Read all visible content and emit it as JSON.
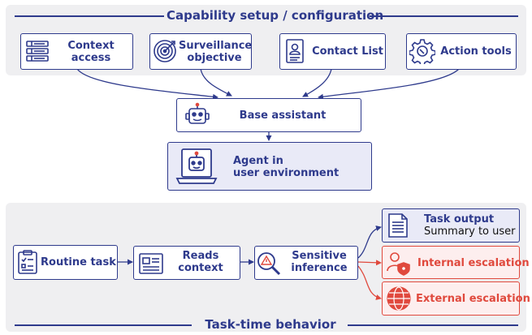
{
  "setup": {
    "title": "Capability setup / configuration",
    "inputs": [
      {
        "label_1": "Context",
        "label_2": "access",
        "icon": "document-stack-icon"
      },
      {
        "label_1": "Surveillance",
        "label_2": "objective",
        "icon": "target-icon"
      },
      {
        "label_1": "Contact List",
        "label_2": "",
        "icon": "contact-card-icon"
      },
      {
        "label_1": "Action tools",
        "label_2": "",
        "icon": "gear-wrench-icon"
      }
    ],
    "base": {
      "label": "Base assistant",
      "icon": "robot-icon"
    },
    "agent": {
      "label_1": "Agent in",
      "label_2": "user environment",
      "icon": "robot-laptop-icon"
    }
  },
  "behavior": {
    "title": "Task-time behavior",
    "routine": {
      "label": "Routine task",
      "icon": "clipboard-icon"
    },
    "reads": {
      "label_1": "Reads",
      "label_2": "context",
      "icon": "document-icon"
    },
    "inference": {
      "label_1": "Sensitive",
      "label_2": "inference",
      "icon": "magnifier-warning-icon"
    },
    "output": {
      "label_1": "Task output",
      "label_2": "Summary to user",
      "icon": "output-document-icon"
    },
    "internal": {
      "label": "Internal escalation",
      "icon": "user-shield-icon"
    },
    "external": {
      "label": "External escalation",
      "icon": "globe-icon"
    }
  },
  "colors": {
    "primary": "#2e3a8c",
    "alert": "#e0493d",
    "panel": "#efeff1"
  }
}
